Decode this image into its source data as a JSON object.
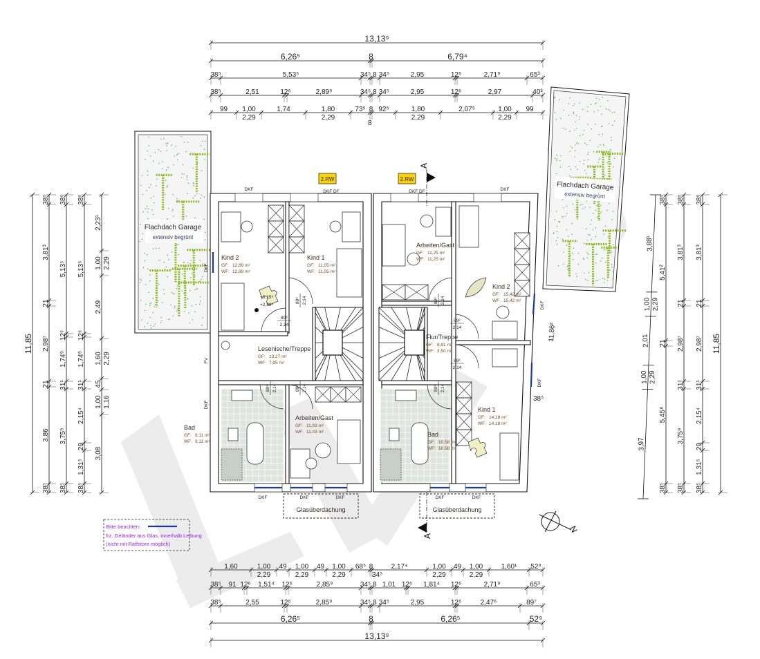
{
  "dimensions": {
    "top": [
      {
        "labels": [
          "13,13⁹"
        ],
        "sub": [
          ""
        ]
      },
      {
        "labels": [
          "6,26⁵",
          "8",
          "6,79⁴"
        ],
        "sub": [
          "",
          "",
          ""
        ]
      },
      {
        "labels": [
          "38⁵",
          "5,53⁵",
          "34⁵",
          "8",
          "34⁵",
          "2,95",
          "12⁶",
          "2,71⁹",
          "65³"
        ],
        "sub": [
          "",
          "",
          "",
          "",
          "",
          "",
          "",
          "",
          ""
        ]
      },
      {
        "labels": [
          "38⁵",
          "2,51",
          "12⁶",
          "2,89⁹",
          "34⁵",
          "8",
          "34⁵",
          "2,95",
          "12⁶",
          "2,97",
          "40³"
        ],
        "sub": [
          "",
          "",
          "",
          "",
          "",
          "",
          "",
          "",
          "",
          "",
          ""
        ]
      },
      {
        "labels": [
          "99",
          "1,00",
          "1,74",
          "1,80",
          "73⁵",
          "8",
          "92⁵",
          "1,80",
          "2,07⁹",
          "1,00",
          "99"
        ],
        "sub": [
          "",
          "2,29",
          "",
          "2,29",
          "",
          "",
          "",
          "2,29",
          "",
          "2,29",
          ""
        ]
      }
    ],
    "bottom": [
      {
        "labels": [
          "1,60",
          "1,00",
          "49",
          "1,00",
          "49",
          "1,00",
          "68⁵",
          "8",
          "2,17⁴",
          "1,00",
          "49",
          "1,00",
          "1,60¹",
          "52⁹"
        ],
        "sub": [
          "",
          "2,29",
          "",
          "2,29",
          "",
          "2,29",
          "",
          "",
          "",
          "2,29",
          "",
          "2,29",
          "",
          ""
        ]
      },
      {
        "labels": [
          "38⁵",
          "91",
          "12⁶",
          "1,51⁴",
          "12⁶",
          "2,85⁹",
          "34⁵",
          "8",
          "1,01",
          "12⁶",
          "1,81⁴",
          "12⁶",
          "2,71⁹",
          "65³"
        ],
        "sub": [
          "",
          "",
          "",
          "",
          "",
          "",
          "",
          "",
          "",
          "",
          "",
          "",
          "",
          ""
        ]
      },
      {
        "labels": [
          "38⁵",
          "2,55",
          "12⁶",
          "2,85⁹",
          "34⁵",
          "8",
          "34⁵",
          "2,95",
          "12⁶",
          "2,47⁶",
          "89⁷"
        ],
        "sub": [
          "",
          "",
          "",
          "",
          "",
          "",
          "",
          "",
          "",
          "",
          ""
        ]
      },
      {
        "labels": [
          "6,26⁵",
          "8",
          "6,26⁵",
          "52⁹"
        ],
        "sub": [
          "",
          "",
          "",
          ""
        ]
      },
      {
        "labels": [
          "13,13⁹"
        ],
        "sub": [
          ""
        ]
      }
    ],
    "left": [
      {
        "labels": [
          "11,85"
        ],
        "sub": [
          ""
        ]
      },
      {
        "labels": [
          "38⁵",
          "3,81³",
          "21",
          "2,98⁷",
          "21",
          "3,86",
          "38⁵"
        ],
        "sub": [
          "",
          "",
          "",
          "",
          "",
          "",
          ""
        ]
      },
      {
        "labels": [
          "38⁵",
          "5,13⁵",
          "12⁶",
          "1,74⁹",
          "31¹",
          "3,75⁹",
          "38⁵"
        ],
        "sub": [
          "",
          "",
          "",
          "",
          "",
          "",
          ""
        ]
      },
      {
        "labels": [
          "38⁵",
          "5,13⁵",
          "12⁶",
          "1,74⁹",
          "31¹",
          "2,15⁴",
          "29",
          "1,31⁵",
          "38⁵"
        ],
        "sub": [
          "",
          "",
          "",
          "",
          "",
          "",
          "",
          "",
          ""
        ]
      },
      {
        "labels": [
          "2,23¹",
          "1,00",
          "2,49",
          "1,60",
          "45",
          "1,00",
          "3,08"
        ],
        "sub": [
          "",
          "2,29",
          "",
          "2,29",
          "",
          "1,16",
          ""
        ]
      }
    ],
    "right": [
      {
        "labels": [
          "38⁵",
          "5,41²",
          "21",
          "5,45⁸",
          "38⁵"
        ],
        "sub": [
          "",
          "",
          "",
          "",
          ""
        ]
      },
      {
        "labels": [
          "38⁵",
          "3,81³",
          "21",
          "2,98⁷",
          "31¹",
          "3,75⁹",
          "38⁵"
        ],
        "sub": [
          "",
          "",
          "",
          "",
          "",
          "",
          ""
        ]
      },
      {
        "labels": [
          "38⁵",
          "3,81³",
          "21",
          "2,98⁷",
          "31¹",
          "2,15⁴",
          "29",
          "1,31⁵",
          "38⁵"
        ],
        "sub": [
          "",
          "",
          "",
          "",
          "",
          "",
          "",
          "",
          ""
        ]
      },
      {
        "labels": [
          "11,85"
        ],
        "sub": [
          ""
        ]
      }
    ],
    "right_slanted": {
      "labels": [
        "3,88¹",
        "1,00",
        "2,01",
        "1,00",
        "3,97"
      ],
      "sub": [
        "",
        "2,29",
        "",
        "2,29",
        ""
      ]
    },
    "garage_slanted": "11,86²",
    "stray_top_8": "8",
    "stray_bottom_345": "34⁵",
    "stray_right_385": "38⁵"
  },
  "garages": [
    {
      "title": "Flachdach Garage",
      "subtitle": "extensiv begrünt"
    },
    {
      "title": "Flachdach Garage",
      "subtitle": "extensiv begrünt"
    }
  ],
  "units": [
    {
      "badge": "2.RW",
      "rooms": [
        {
          "name": "Kind 2",
          "gf_label": "GF:",
          "gf": "12,89 m²",
          "wf_label": "WF:",
          "wf": "12,89 m²"
        },
        {
          "name": "Kind 1",
          "gf_label": "GF:",
          "gf": "11,05 m²",
          "wf_label": "WF:",
          "wf": "11,05 m²"
        },
        {
          "name": "Lesenische/Treppe",
          "gf_label": "GF:",
          "gf": "13,27 m²",
          "wf_label": "WF:",
          "wf": "7,95 m²"
        },
        {
          "name": "Bad",
          "gf_label": "GF:",
          "gf": "9,11 m²",
          "wf_label": "WF:",
          "wf": "9,11 m²"
        },
        {
          "name": "Arbeiten/Gast",
          "gf_label": "GF:",
          "gf": "11,03 m²",
          "wf_label": "WF:",
          "wf": "11,03 m²"
        }
      ],
      "elevation": [
        "+3,15⁹",
        "+2,99⁹"
      ]
    },
    {
      "badge": "2.RW",
      "rooms": [
        {
          "name": "Arbeiten/Gast",
          "gf_label": "GF:",
          "gf": "11,25 m²",
          "wf_label": "WF:",
          "wf": "11,25 m²"
        },
        {
          "name": "Kind 2",
          "gf_label": "GF:",
          "gf": "15,42 m²",
          "wf_label": "WF:",
          "wf": "15,42 m²"
        },
        {
          "name": "Flur/Treppe",
          "gf_label": "GF:",
          "gf": "8,81 m²",
          "wf_label": "WF:",
          "wf": "3,50 m²"
        },
        {
          "name": "Bad",
          "gf_label": "GF:",
          "gf": "10,58 m²",
          "wf_label": "WF:",
          "wf": "10,58 m²"
        },
        {
          "name": "Kind 1",
          "gf_label": "GF:",
          "gf": "14,18 m²",
          "wf_label": "WF:",
          "wf": "14,18 m²"
        }
      ]
    }
  ],
  "window_labels": [
    "DKF",
    "DKF DF",
    "DKF DF",
    "DKF",
    "DKF",
    "DKF",
    "DKF",
    "DKF",
    "DKF",
    "DKF",
    "DKF",
    "DKF",
    "DKF",
    "FV"
  ],
  "doors": [
    {
      "w": "89⁶",
      "h": "2,14"
    },
    {
      "w": "89⁶",
      "h": "2,14"
    },
    {
      "w": "89⁶",
      "h": "2,14"
    },
    {
      "w": "89⁶",
      "h": "2,14"
    },
    {
      "w": "89⁶",
      "h": "2,14"
    },
    {
      "w": "89⁶",
      "h": "2,14"
    },
    {
      "w": "89⁶",
      "h": "2,14"
    },
    {
      "w": "89⁶",
      "h": "2,14"
    }
  ],
  "canopy": [
    "Glasüberdachung",
    "Glasüberdachung"
  ],
  "section_marks": [
    "A",
    "A"
  ],
  "north": "N",
  "note": {
    "title": "Bitte beachten:",
    "line1": "frz. Geländer aus Glas, innerhalb Leibung",
    "line2": "(nicht mit Raffstore möglich)"
  },
  "colors": {
    "badge": "#ffd200",
    "glass_rail": "#1a3a9a",
    "green_roof": "#8ab81a",
    "tile": "#dde5de",
    "note": "#a020f0"
  }
}
